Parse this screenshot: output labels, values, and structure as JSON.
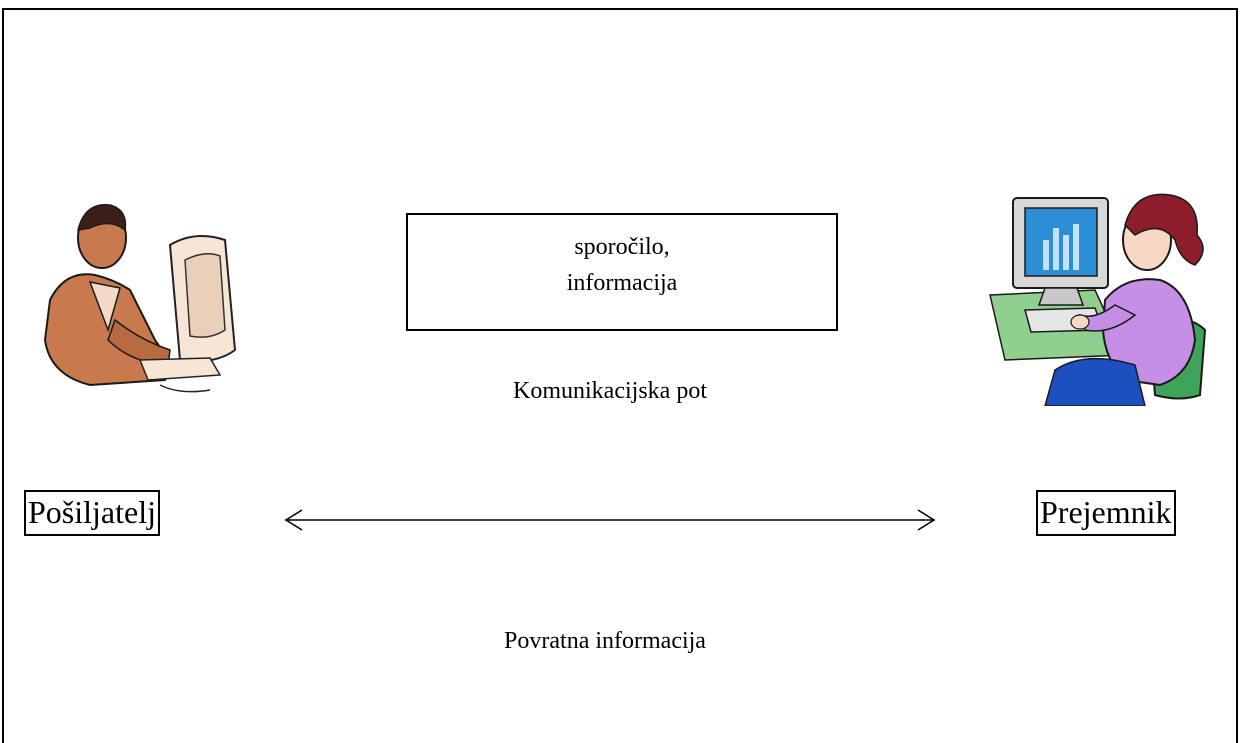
{
  "diagram": {
    "message_line1": "sporočilo,",
    "message_line2": "informacija",
    "path_label": "Komunikacijska pot",
    "feedback_label": "Povratna informacija",
    "sender_label": "Pošiljatelj",
    "receiver_label": "Prejemnik"
  },
  "icons": {
    "sender": "man-at-computer-icon",
    "receiver": "woman-at-computer-icon",
    "arrow": "double-headed-arrow-icon"
  },
  "colors": {
    "sender_skin": "#c87a4e",
    "receiver_sweater": "#c58fe6",
    "receiver_hair": "#8b1e2a",
    "chair_green": "#3fa35a",
    "screen_blue": "#2c8fd6"
  }
}
